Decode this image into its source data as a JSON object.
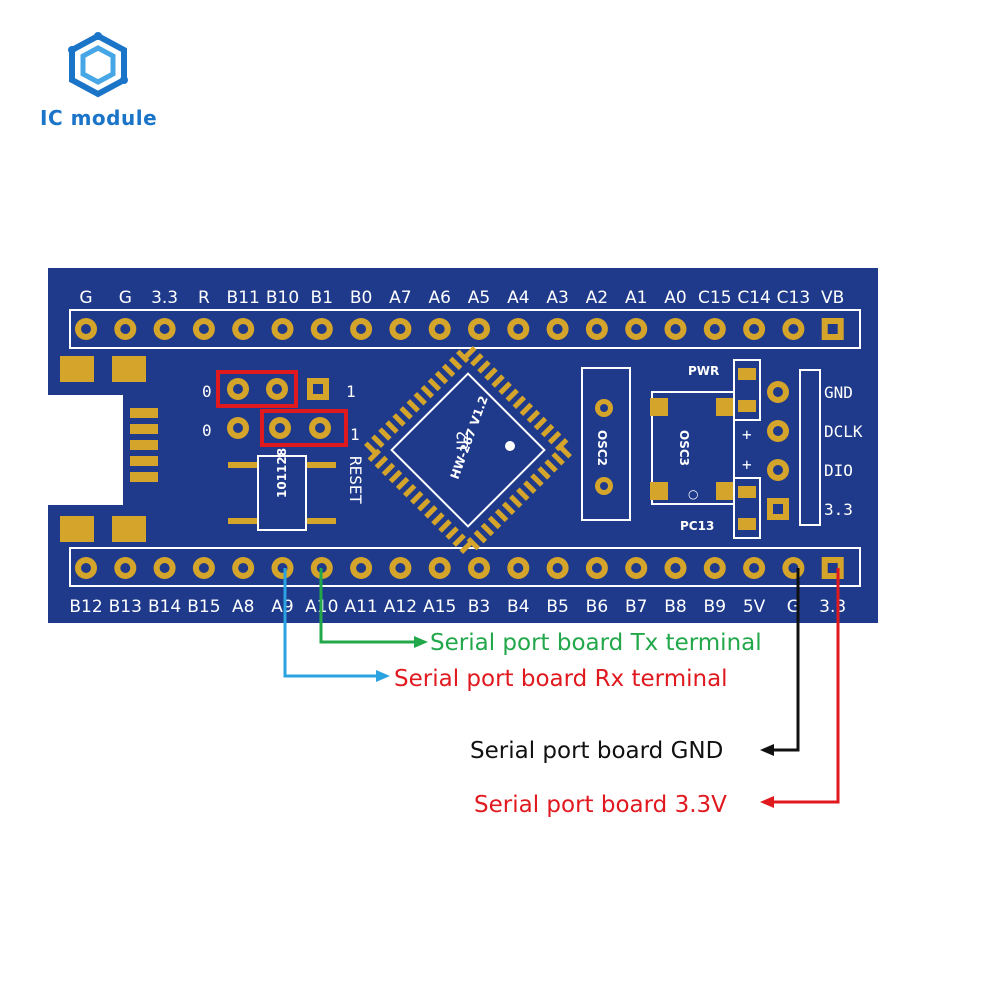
{
  "brand": {
    "name": "IC module",
    "color": "#1a74c8"
  },
  "colors": {
    "board": "#1f3a8a",
    "pad": "#d4a52a",
    "jumper_box": "#e0191f",
    "tx_line": "#22a84a",
    "rx_line": "#2aa3e0",
    "gnd_line": "#111111",
    "v33_line": "#e0191f"
  },
  "board": {
    "top_header": [
      "G",
      "G",
      "3.3",
      "R",
      "B11",
      "B10",
      "B1",
      "B0",
      "A7",
      "A6",
      "A5",
      "A4",
      "A3",
      "A2",
      "A1",
      "A0",
      "C15",
      "C14",
      "C13",
      "VB"
    ],
    "bottom_header": [
      "B12",
      "B13",
      "B14",
      "B15",
      "A8",
      "A9",
      "A10",
      "A11",
      "A12",
      "A15",
      "B3",
      "B4",
      "B5",
      "B6",
      "B7",
      "B8",
      "B9",
      "5V",
      "G",
      "3.3"
    ],
    "swd_header": [
      "GND",
      "DCLK",
      "DIO",
      "3.3"
    ],
    "jumper_zero_top": "0",
    "jumper_zero_bottom": "0",
    "jumper_one_top": "1",
    "jumper_one_bottom": "1",
    "reset_label": "RESET",
    "button_code": "101128",
    "chip_label": "U2",
    "chip_sub": "HW-267 V1.2",
    "osc2": "OSC2",
    "osc3": "OSC3",
    "pwr": "PWR",
    "pc13": "PC13",
    "plus_1": "+",
    "plus_2": "+"
  },
  "annotations": {
    "tx": "Serial port board Tx terminal",
    "rx": "Serial port board Rx terminal",
    "gnd": "Serial port board GND",
    "v33": "Serial port board 3.3V"
  }
}
